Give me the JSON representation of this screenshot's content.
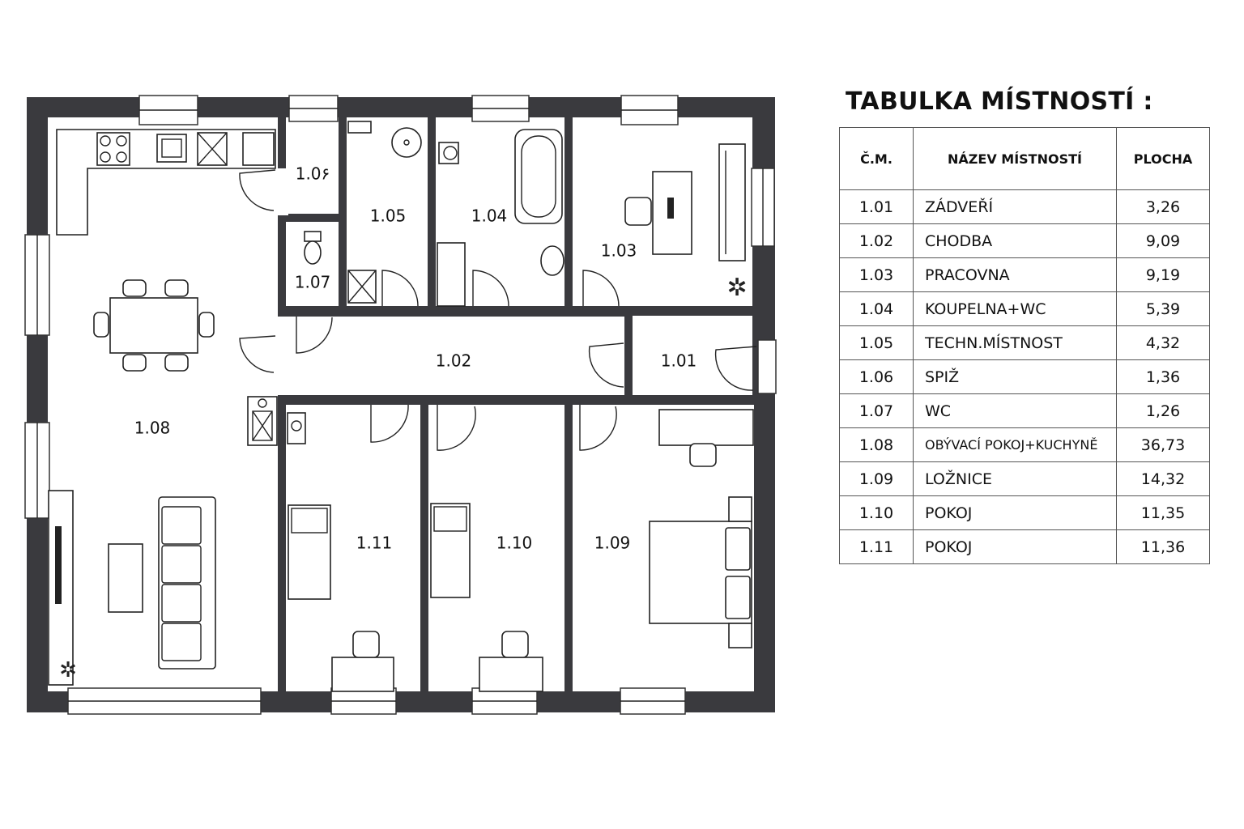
{
  "rooms": [
    {
      "id": "1.01"
    },
    {
      "id": "1.02"
    },
    {
      "id": "1.03"
    },
    {
      "id": "1.04"
    },
    {
      "id": "1.05"
    },
    {
      "id": "1.06",
      "display": "1.0۶"
    },
    {
      "id": "1.07"
    },
    {
      "id": "1.08"
    },
    {
      "id": "1.09"
    },
    {
      "id": "1.10"
    },
    {
      "id": "1.11"
    }
  ],
  "room_table": {
    "title": "TABULKA MÍSTNOSTÍ :",
    "headers": [
      "Č.M.",
      "NÁZEV MÍSTNOSTÍ",
      "PLOCHA"
    ],
    "rows": [
      {
        "num": "1.01",
        "name": "ZÁDVEŘÍ",
        "area": "3,26"
      },
      {
        "num": "1.02",
        "name": "CHODBA",
        "area": "9,09"
      },
      {
        "num": "1.03",
        "name": "PRACOVNA",
        "area": "9,19"
      },
      {
        "num": "1.04",
        "name": "KOUPELNA+WC",
        "area": "5,39"
      },
      {
        "num": "1.05",
        "name": "TECHN.MÍSTNOST",
        "area": "4,32"
      },
      {
        "num": "1.06",
        "name": "SPIŽ",
        "area": "1,36"
      },
      {
        "num": "1.07",
        "name": "WC",
        "area": "1,26"
      },
      {
        "num": "1.08",
        "name": "OBÝVACÍ POKOJ+KUCHYNĚ",
        "area": "36,73"
      },
      {
        "num": "1.09",
        "name": "LOŽNICE",
        "area": "14,32"
      },
      {
        "num": "1.10",
        "name": "POKOJ",
        "area": "11,35"
      },
      {
        "num": "1.11",
        "name": "POKOJ",
        "area": "11,36"
      }
    ]
  },
  "colors": {
    "wall": "#3a3a3e",
    "line": "#222222",
    "background": "#ffffff"
  }
}
